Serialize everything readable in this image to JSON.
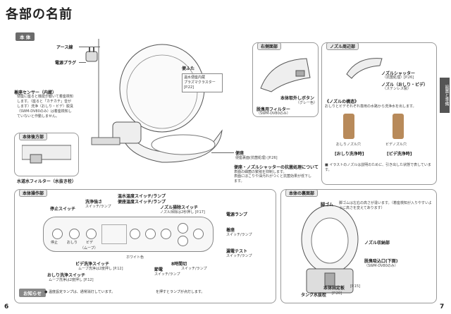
{
  "title": "各部の名前",
  "section_main": "本 体",
  "labels": {
    "earth_wire": "アース線",
    "power_plug": "電源プラグ",
    "lid": "便ふた",
    "lid_note": "温水便座内蔵\nプラズマクラスター\n[P.22]",
    "seat_sensor": "着座センサー（内蔵）",
    "seat_sensor_desc": "便座に座ると機能が動いて着座検知します。（座ると「カチカチ」音がします）洗浄（おしり・ビデ）脱臭（SWM-DV80のみ）は着座検知していないと作動しません。",
    "side_panel": "本体後方部",
    "water_filter": "水道水フィルター（水抜き栓）",
    "right_side": "右側面部",
    "main_remove_btn": "本体取外しボタン",
    "main_remove_sub": "（グレー色）",
    "deodor_filter": "脱臭用フィルター",
    "deodor_filter_sub": "（SWM-DV80のみ）",
    "seat": "便座",
    "seat_sub": "便座裏面(抗菌処理) [P.26]",
    "antibacterial_title": "便座・ノズルシャッターの抗菌処理について",
    "antibacterial_1": "表面の細菌の繁殖を抑制します。",
    "antibacterial_2": "表面にほこりや油汚れがつくと抗菌効果が低下します。"
  },
  "nozzle": {
    "header": "ノズル周辺部",
    "shutter": "ノズルシャッター",
    "shutter_sub": "（抗菌処理）[P.26]",
    "nozzle": "ノズル（おしり・ビデ）",
    "nozzle_sub": "（ステンレス製）",
    "structure_title": "《ノズルの構造》",
    "structure_desc": "おしりとビデそれぞれ専用の水路から洗浄水を出します。",
    "hole1": "おしりノズル穴",
    "hole2": "ビデノズル穴",
    "btn1": "[おしり洗浄時]",
    "btn2": "[ビデ洗浄時]",
    "note": "■ イラストのノズルは説明のために、引き出した状態で表しています。"
  },
  "remote": {
    "header": "本体操作部",
    "stop": "停止スイッチ",
    "wash_strength": "洗浄強さ",
    "wash_strength_sub": "スイッチ/ランプ",
    "temp": "温水温度スイッチ/ランプ",
    "seat_temp": "便座温度スイッチ/ランプ",
    "nozzle_clean": "ノズル掃除スイッチ",
    "nozzle_clean_sub": "ノズル掃除は2秒押し [P.17]",
    "power_lamp": "電源ランプ",
    "seat_sw": "着座",
    "seat_sw_sub": "スイッチ/ランプ",
    "leak": "漏電テスト",
    "leak_sub": "スイッチ/ランプ",
    "bidet": "ビデ洗浄スイッチ",
    "bidet_sub": "ムーブ洗浄は2度押し [P.12]",
    "oshiri": "おしり洗浄スイッチ",
    "oshiri_sub": "ムーブ洗浄は2度押し [P.12]",
    "timer": "8時間切",
    "timer_sub": "スイッチ/ランプ",
    "eco": "節電",
    "eco_sub": "スイッチ/ランプ",
    "white": "ホワイト色",
    "btn_labels": [
      "停止",
      "おしり",
      "ビデ"
    ],
    "btn_sub": "（ムーブ）",
    "footnote": "● 温度設定ランプは、通常消灯しています。",
    "footnote_tail": "を押すとランプが点灯します。",
    "note_tag": "お知らせ"
  },
  "back": {
    "header": "本体の裏面部",
    "rubber": "脚ゴム",
    "rubber_sub": "脚ゴムは左右の高さが違います。（着座検知が入りやすいように高さを変えてあります）",
    "nozzle_store": "ノズル収納部",
    "deodor_outlet": "脱臭吸込口(下面)",
    "deodor_outlet_sub": "（SWM-DV80のみ）",
    "fix_plate": "本体固定板",
    "fix_plate_sub": "[P.15]",
    "drain": "タンク水抜栓",
    "drain_sub": "[P.20]"
  },
  "page_left": "6",
  "page_right": "7",
  "side_tab": "設置と準備"
}
